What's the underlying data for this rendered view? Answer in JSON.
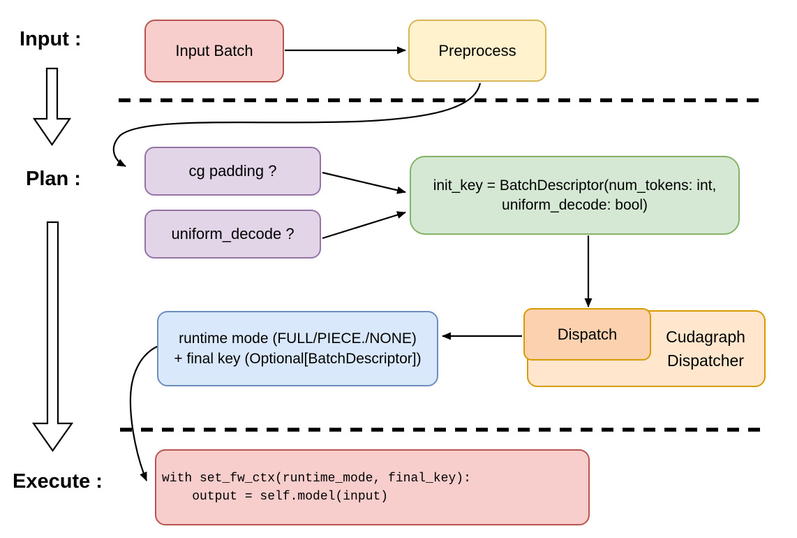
{
  "stages": {
    "input_label": "Input :",
    "plan_label": "Plan :",
    "execute_label": "Execute :"
  },
  "nodes": {
    "input_batch": {
      "label": "Input Batch"
    },
    "preprocess": {
      "label": "Preprocess"
    },
    "cg_padding": {
      "label": "cg padding ?"
    },
    "uniform_decode": {
      "label": "uniform_decode ?"
    },
    "init_key": {
      "line1": "init_key = BatchDescriptor(num_tokens: int,",
      "line2": "uniform_decode: bool)"
    },
    "dispatch": {
      "label": "Dispatch"
    },
    "cudagraph_dispatcher": {
      "line1": "Cudagraph",
      "line2": "Dispatcher"
    },
    "runtime_mode": {
      "line1": "runtime mode (FULL/PIECE./NONE)",
      "line2": "+ final key (Optional[BatchDescriptor])"
    },
    "execute_code": {
      "line1": "with set_fw_ctx(runtime_mode, final_key):",
      "line2": "    output = self.model(input)"
    }
  },
  "colors": {
    "red_fill": "#F8CECC",
    "red_stroke": "#B85450",
    "yellow_fill": "#FFF2CC",
    "yellow_stroke": "#D6B656",
    "purple_fill": "#E1D5E7",
    "purple_stroke": "#9673A6",
    "green_fill": "#D5E8D4",
    "green_stroke": "#82B366",
    "orange_light_fill": "#FFE6CC",
    "orange_mid_fill": "#FBD1AF",
    "orange_stroke": "#D79B00",
    "blue_fill": "#DAE8FC",
    "blue_stroke": "#6C8EBF",
    "line_color": "#000000"
  }
}
